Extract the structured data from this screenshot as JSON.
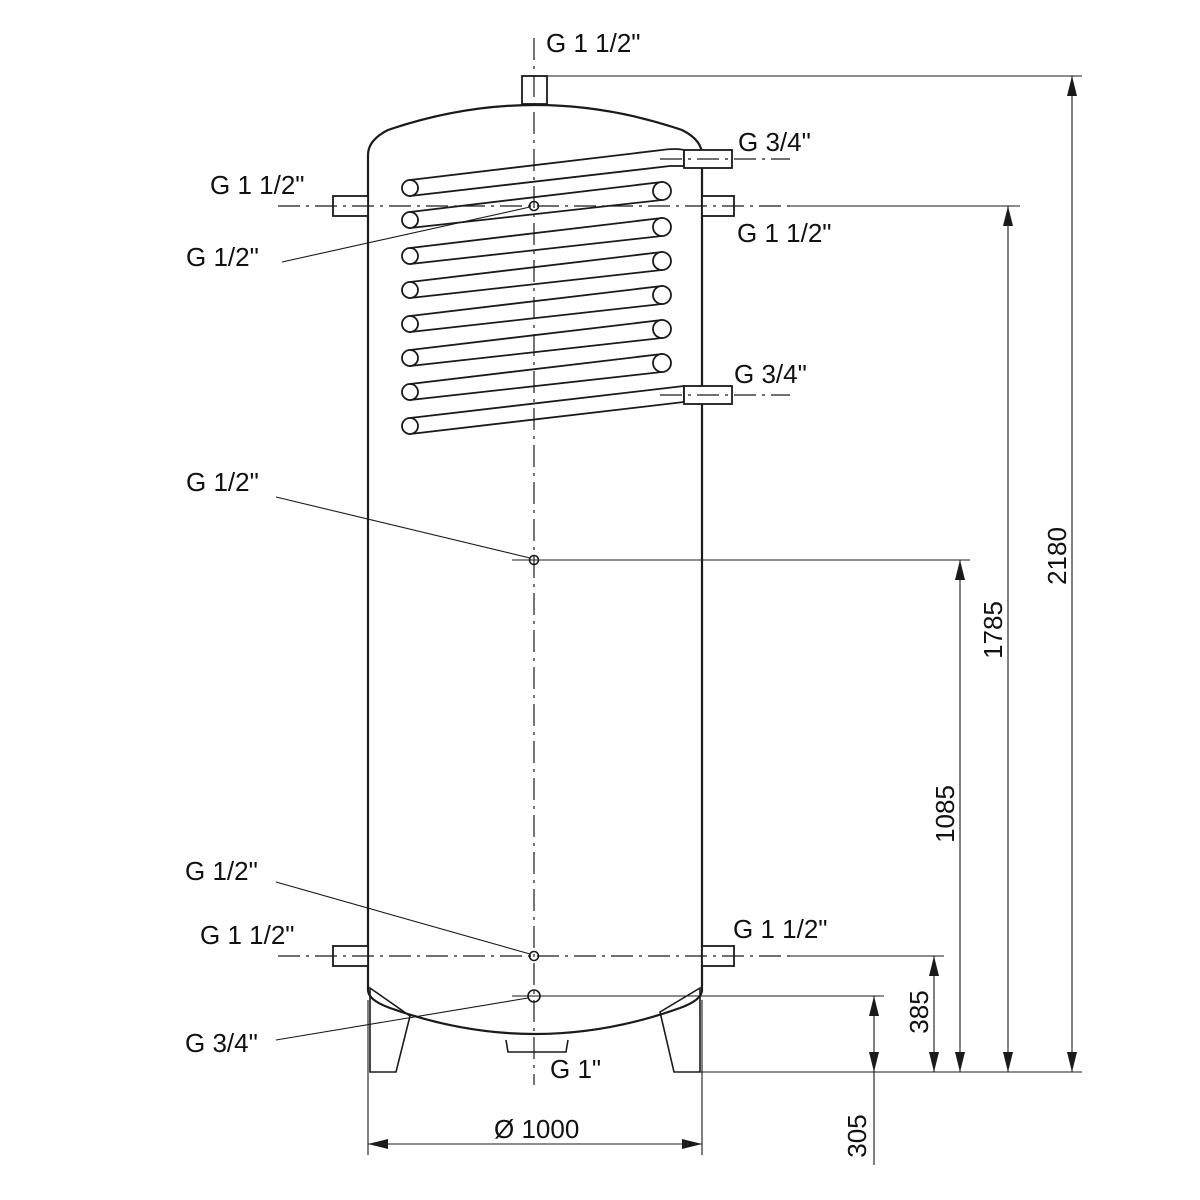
{
  "connections": {
    "top_outlet": "G 1 1/2\"",
    "coil_upper_right": "G 3/4\"",
    "upper_left_port": "G 1 1/2\"",
    "upper_right_port": "G 1 1/2\"",
    "upper_sensor": "G 1/2\"",
    "coil_lower_right": "G 3/4\"",
    "middle_sensor": "G 1/2\"",
    "lower_sensor": "G 1/2\"",
    "lower_left_port": "G 1 1/2\"",
    "lower_right_port": "G 1 1/2\"",
    "bottom_left_inlet": "G 3/4\"",
    "bottom_drain": "G 1\""
  },
  "dimensions": {
    "diameter": "Ø  1000",
    "total_height": "2180",
    "upper_port_height": "1785",
    "middle_sensor_height": "1085",
    "lower_port_height": "385",
    "bottom_inlet_height": "305"
  }
}
